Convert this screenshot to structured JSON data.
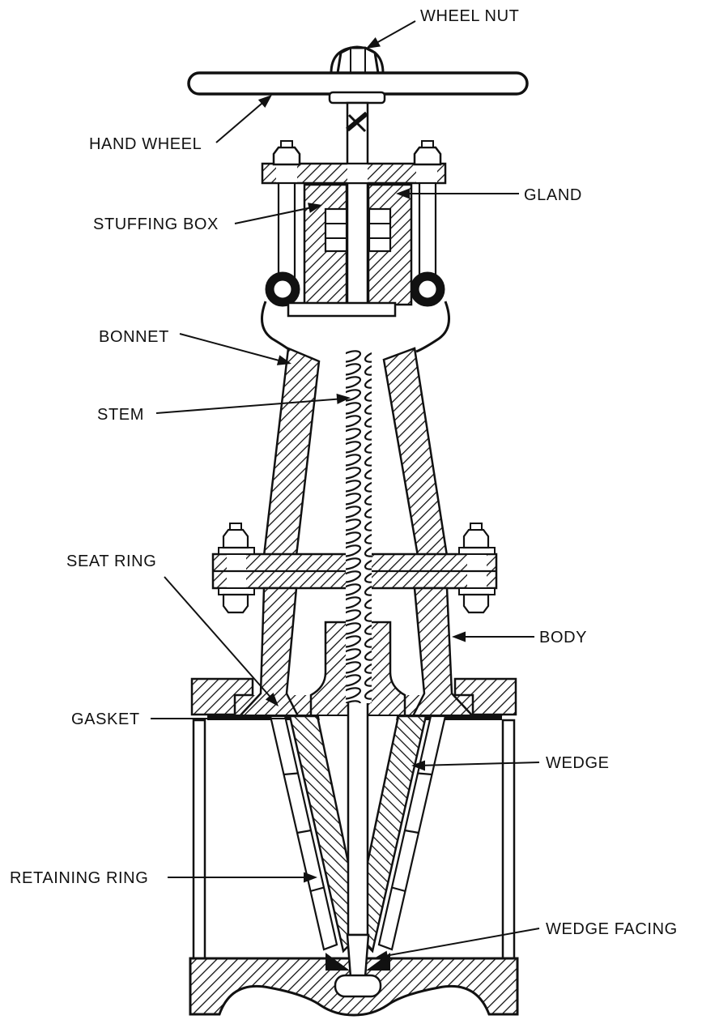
{
  "diagram": {
    "subject": "Gate valve cross-section cutaway",
    "style": "black-and-white engineering line drawing",
    "colors": {
      "ink": "#111111",
      "paper": "#ffffff"
    },
    "labels": [
      {
        "text": "WHEEL NUT",
        "target": "wheel-nut"
      },
      {
        "text": "HAND WHEEL",
        "target": "hand-wheel"
      },
      {
        "text": "GLAND",
        "target": "gland"
      },
      {
        "text": "STUFFING BOX",
        "target": "stuffing-box"
      },
      {
        "text": "BONNET",
        "target": "bonnet"
      },
      {
        "text": "STEM",
        "target": "stem"
      },
      {
        "text": "SEAT RING",
        "target": "seat-ring"
      },
      {
        "text": "BODY",
        "target": "body"
      },
      {
        "text": "GASKET",
        "target": "gasket"
      },
      {
        "text": "WEDGE",
        "target": "wedge"
      },
      {
        "text": "RETAINING RING",
        "target": "retaining-ring"
      },
      {
        "text": "WEDGE FACING",
        "target": "wedge-facing"
      }
    ]
  }
}
